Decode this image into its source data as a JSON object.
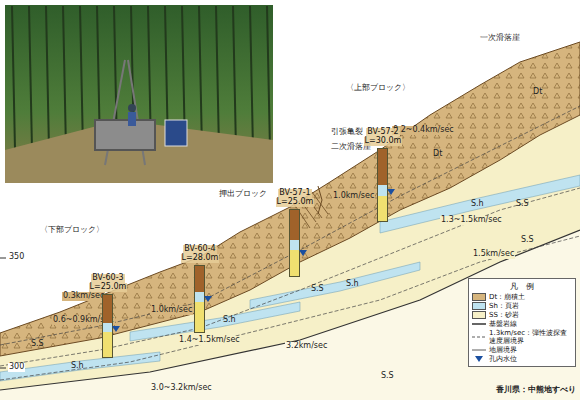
{
  "diagram": {
    "caption": "香川県：中熊地すべり",
    "nodes": [
      {
        "text": [
          "BV-60-3",
          "L=25.0m"
        ]
      },
      {
        "text": [
          "BV-60-4",
          "L=28.0m"
        ]
      },
      {
        "text": [
          "BV-57-1",
          "L=25.0m"
        ]
      },
      {
        "text": [
          "BV-57-2",
          "L=30.0m"
        ]
      }
    ],
    "labels": [
      "一次滑落崖",
      "〈上部ブロック〉",
      "〈下部ブロック〉",
      "引張亀裂",
      "二次滑落崖",
      "押出ブロック",
      "0.2~0.4km/sec",
      "1.0km/sec",
      "1.3~1.5km/sec",
      "1.5km/sec",
      "0.3km/sec",
      "0.6~0.9km/sec",
      "1.0km/sec",
      "1.4~1.5km/sec",
      "3.2km/sec",
      "3.0~3.2km/sec",
      "Dt",
      "Dt",
      "S.h",
      "S.h",
      "S.h",
      "S.h",
      "S.S",
      "S.S",
      "S.S",
      "S.S",
      "S.S",
      "350",
      "300",
      "凡　例"
    ],
    "legend": [
      {
        "text": "Dt：崩積土",
        "color": "#d6b57e"
      },
      {
        "text": "Sh：頁岩",
        "color": "#bfe3f0"
      },
      {
        "text": "SS：砂岩",
        "color": "#f6f0c8"
      },
      {
        "text": "基盤岩線"
      },
      {
        "text": "1.3km/sec：弾性波探査速度層境界"
      },
      {
        "text": "地層境界"
      },
      {
        "text": "孔内水位"
      }
    ]
  }
}
